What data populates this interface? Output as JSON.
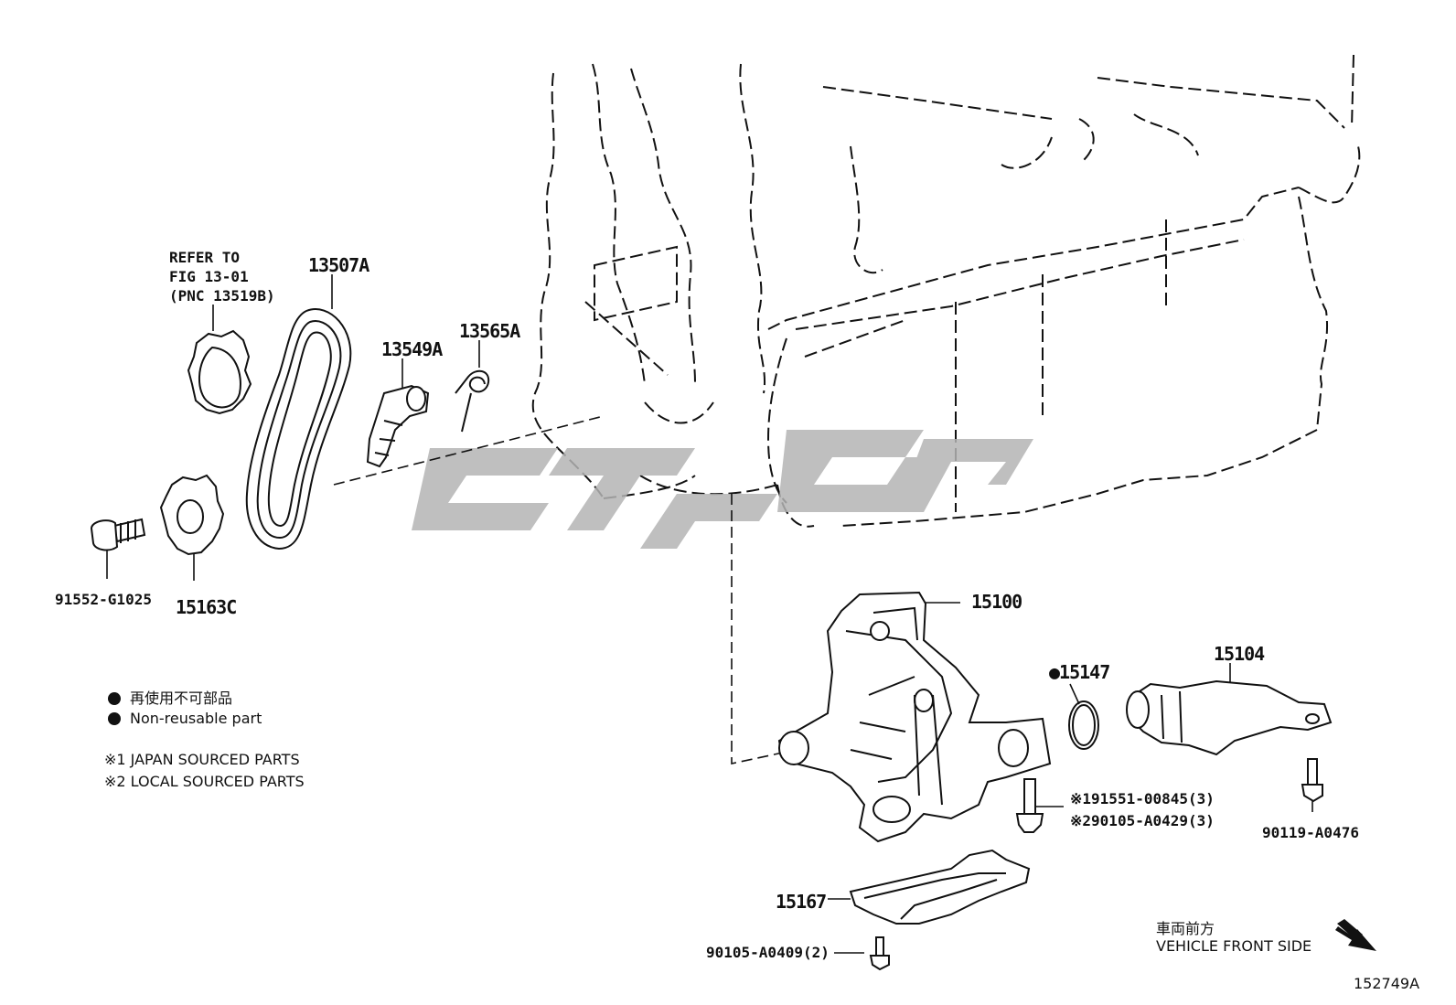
{
  "diagram": {
    "figure_id": "152749A",
    "watermark_color": "#b4b4b4"
  },
  "callouts": {
    "refer_line1": "REFER TO",
    "refer_line2": "FIG 13-01",
    "refer_line3": "(PNC 13519B)",
    "chain": "13507A",
    "chain_guide": "13549A",
    "spring": "13565A",
    "bolt_left": "91552-G1025",
    "sprocket": "15163C",
    "oil_pump": "15100",
    "oring_marker": "●",
    "oring": "15147",
    "strainer": "15104",
    "bolt_japan": "※191551-00845(3)",
    "bolt_local": "※290105-A0429(3)",
    "bolt_strainer": "90119-A0476",
    "baffle": "15167",
    "bolt_baffle": "90105-A0409(2)"
  },
  "legend": {
    "nonreusable_jp": "再使用不可部品",
    "nonreusable_en": "Non-reusable part",
    "note1": "※1 JAPAN SOURCED PARTS",
    "note2": "※2 LOCAL SOURCED PARTS"
  },
  "direction": {
    "jp": "車両前方",
    "en": "VEHICLE FRONT SIDE",
    "arrow_icon": "arrow-down-right-icon"
  }
}
